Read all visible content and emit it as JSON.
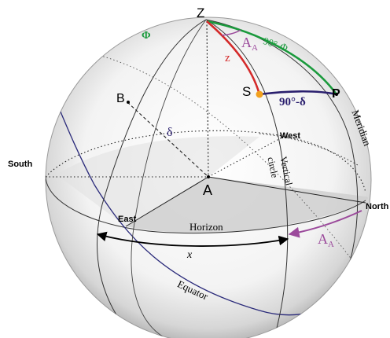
{
  "labels": {
    "zenith": "Z",
    "star": "S",
    "pole": "P",
    "center": "A",
    "point_b": "B",
    "south": "South",
    "north": "North",
    "east": "East",
    "west": "West",
    "horizon": "Horizon",
    "equator": "Equator",
    "meridian": "Meridian",
    "vertical_circle_line1": "Vertical",
    "vertical_circle_line2": "circle",
    "latitude": "Φ",
    "colatitude": "90°-Φ",
    "zenith_distance": "z",
    "declination": "δ",
    "polar_distance": "90°-δ",
    "azimuth_top_main": "A",
    "azimuth_top_sub": "A",
    "azimuth_side_main": "A",
    "azimuth_side_sub": "A",
    "x_arc": "x"
  },
  "colors": {
    "latitude_arc": "#1a9a3c",
    "zenith_distance_arc": "#d42a2a",
    "declination_arc": "#2a1f6e",
    "azimuth": "#9b4a9b",
    "star_marker": "#f2a11f",
    "equator": "#2a2a7a",
    "grid_lines": "#333333"
  }
}
